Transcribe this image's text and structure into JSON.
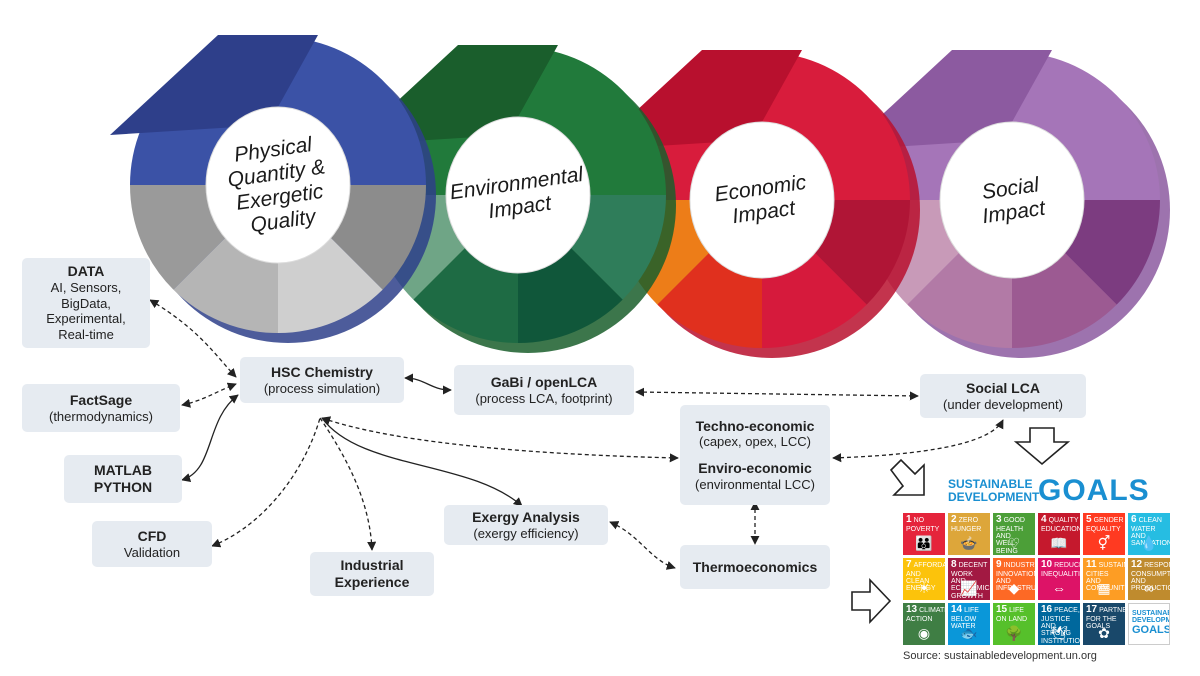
{
  "rings": [
    {
      "label_lines": [
        "Physical",
        "Quantity &",
        "Exergetic",
        "Quality"
      ],
      "colors": {
        "top": "#2e3f8a",
        "top_light": "#3b52a6",
        "bottom": [
          "#9a9a9a",
          "#b5b5b5",
          "#cfcfcf",
          "#8c8c8c"
        ]
      }
    },
    {
      "label_lines": [
        "Environmental",
        "Impact"
      ],
      "colors": {
        "top": "#1a5e2c",
        "top_light": "#217a3b",
        "bottom": [
          "#6fa586",
          "#1e6b44",
          "#10573a",
          "#2f7d5a"
        ]
      }
    },
    {
      "label_lines": [
        "Economic",
        "Impact"
      ],
      "colors": {
        "top": "#b8102e",
        "top_light": "#d81c3c",
        "bottom": [
          "#ed7d18",
          "#e0301e",
          "#d61a3c",
          "#b01536"
        ]
      }
    },
    {
      "label_lines": [
        "Social",
        "Impact"
      ],
      "colors": {
        "top": "#8c5aa0",
        "top_light": "#a575b8",
        "bottom": [
          "#c89ab8",
          "#b27aa6",
          "#9c5a92",
          "#7c3c80"
        ]
      }
    }
  ],
  "boxes": {
    "data": {
      "title": "DATA",
      "lines": [
        "AI, Sensors,",
        "BigData,",
        "Experimental,",
        "Real-time"
      ]
    },
    "factsage": {
      "title": "FactSage",
      "lines": [
        "(thermodynamics)"
      ]
    },
    "matlab": {
      "title": "MATLAB",
      "lines": [
        "PYTHON"
      ]
    },
    "cfd": {
      "title": "CFD",
      "lines": [
        "Validation"
      ]
    },
    "hsc": {
      "title": "HSC Chemistry",
      "lines": [
        "(process simulation)"
      ]
    },
    "industrial": {
      "title": "Industrial",
      "lines": [
        "Experience"
      ]
    },
    "exergy": {
      "title": "Exergy Analysis",
      "lines": [
        "(exergy efficiency)"
      ]
    },
    "gabi": {
      "title": "GaBi / openLCA",
      "lines": [
        "(process LCA, footprint)"
      ]
    },
    "techno": {
      "title": "Techno-economic",
      "lines": [
        "(capex, opex, LCC)"
      ],
      "title2": "Enviro-economic",
      "lines2": [
        "(environmental LCC)"
      ]
    },
    "thermo": {
      "title": "Thermoeconomics",
      "lines": []
    },
    "social": {
      "title": "Social LCA",
      "lines": [
        "(under development)"
      ]
    }
  },
  "sdg": {
    "header_top": "SUSTAINABLE",
    "header_bottom": "DEVELOPMENT",
    "header_goals": "GOALS",
    "source": "Source: sustainabledevelopment.un.org",
    "tiles": [
      {
        "n": "1",
        "label": "NO POVERTY",
        "color": "#e5243b",
        "icon": "👪"
      },
      {
        "n": "2",
        "label": "ZERO HUNGER",
        "color": "#dda63a",
        "icon": "🍲"
      },
      {
        "n": "3",
        "label": "GOOD HEALTH AND WELL-BEING",
        "color": "#4c9f38",
        "icon": "♡"
      },
      {
        "n": "4",
        "label": "QUALITY EDUCATION",
        "color": "#c5192d",
        "icon": "📖"
      },
      {
        "n": "5",
        "label": "GENDER EQUALITY",
        "color": "#ff3a21",
        "icon": "⚥"
      },
      {
        "n": "6",
        "label": "CLEAN WATER AND SANITATION",
        "color": "#26bde2",
        "icon": "💧"
      },
      {
        "n": "7",
        "label": "AFFORDABLE AND CLEAN ENERGY",
        "color": "#fcc30b",
        "icon": "☀"
      },
      {
        "n": "8",
        "label": "DECENT WORK AND ECONOMIC GROWTH",
        "color": "#a21942",
        "icon": "📈"
      },
      {
        "n": "9",
        "label": "INDUSTRY, INNOVATION AND INFRASTRUCTURE",
        "color": "#fd6925",
        "icon": "◆"
      },
      {
        "n": "10",
        "label": "REDUCED INEQUALITIES",
        "color": "#dd1367",
        "icon": "⇔"
      },
      {
        "n": "11",
        "label": "SUSTAINABLE CITIES AND COMMUNITIES",
        "color": "#fd9d24",
        "icon": "▦"
      },
      {
        "n": "12",
        "label": "RESPONSIBLE CONSUMPTION AND PRODUCTION",
        "color": "#bf8b2e",
        "icon": "∞"
      },
      {
        "n": "13",
        "label": "CLIMATE ACTION",
        "color": "#3f7e44",
        "icon": "◉"
      },
      {
        "n": "14",
        "label": "LIFE BELOW WATER",
        "color": "#0a97d9",
        "icon": "🐟"
      },
      {
        "n": "15",
        "label": "LIFE ON LAND",
        "color": "#56c02b",
        "icon": "🌳"
      },
      {
        "n": "16",
        "label": "PEACE, JUSTICE AND STRONG INSTITUTIONS",
        "color": "#00689d",
        "icon": "🕊"
      },
      {
        "n": "17",
        "label": "PARTNERSHIPS FOR THE GOALS",
        "color": "#19486a",
        "icon": "✿"
      }
    ],
    "logo_tile": {
      "line1": "SUSTAINABLE",
      "line2": "DEVELOPMENT",
      "line3": "GOALS"
    }
  },
  "colors": {
    "box_bg": "#e6ebf1",
    "arrow": "#222222"
  }
}
